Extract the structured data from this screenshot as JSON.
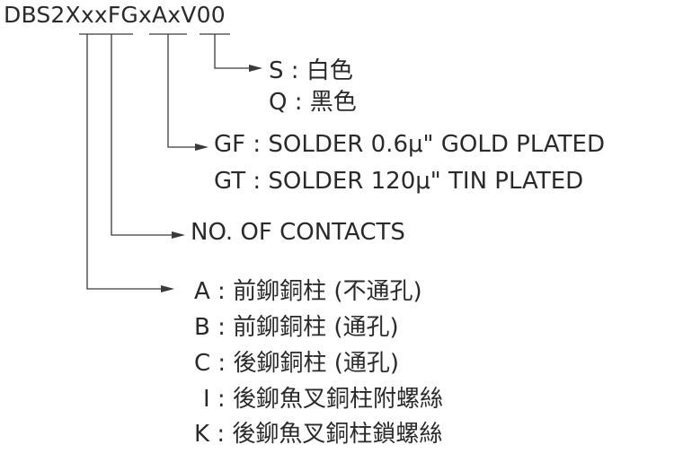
{
  "part_number": "DBS2XxxFGxAxV00",
  "groups": {
    "color": [
      {
        "code": "S",
        "sep": " : ",
        "desc": "白色"
      },
      {
        "code": "Q",
        "sep": " : ",
        "desc": "黑色"
      }
    ],
    "plating": [
      {
        "code": "GF",
        "sep": " : ",
        "desc": "SOLDER 0.6μ\" GOLD PLATED"
      },
      {
        "code": "GT",
        "sep": " : ",
        "desc": "SOLDER 120μ\" TIN PLATED"
      }
    ],
    "contacts": [
      {
        "text": "NO. OF CONTACTS"
      }
    ],
    "mount": [
      {
        "code": "A",
        "sep": " : ",
        "desc": "前鉚銅柱 (不通孔)"
      },
      {
        "code": "B",
        "sep": " : ",
        "desc": "前鉚銅柱 (通孔)"
      },
      {
        "code": "C",
        "sep": " : ",
        "desc": "後鉚銅柱 (通孔)"
      },
      {
        "code": "I",
        "sep": " : ",
        "desc": "後鉚魚叉銅柱附螺絲"
      },
      {
        "code": "K",
        "sep": " : ",
        "desc": "後鉚魚叉銅柱鎖螺絲"
      }
    ]
  }
}
